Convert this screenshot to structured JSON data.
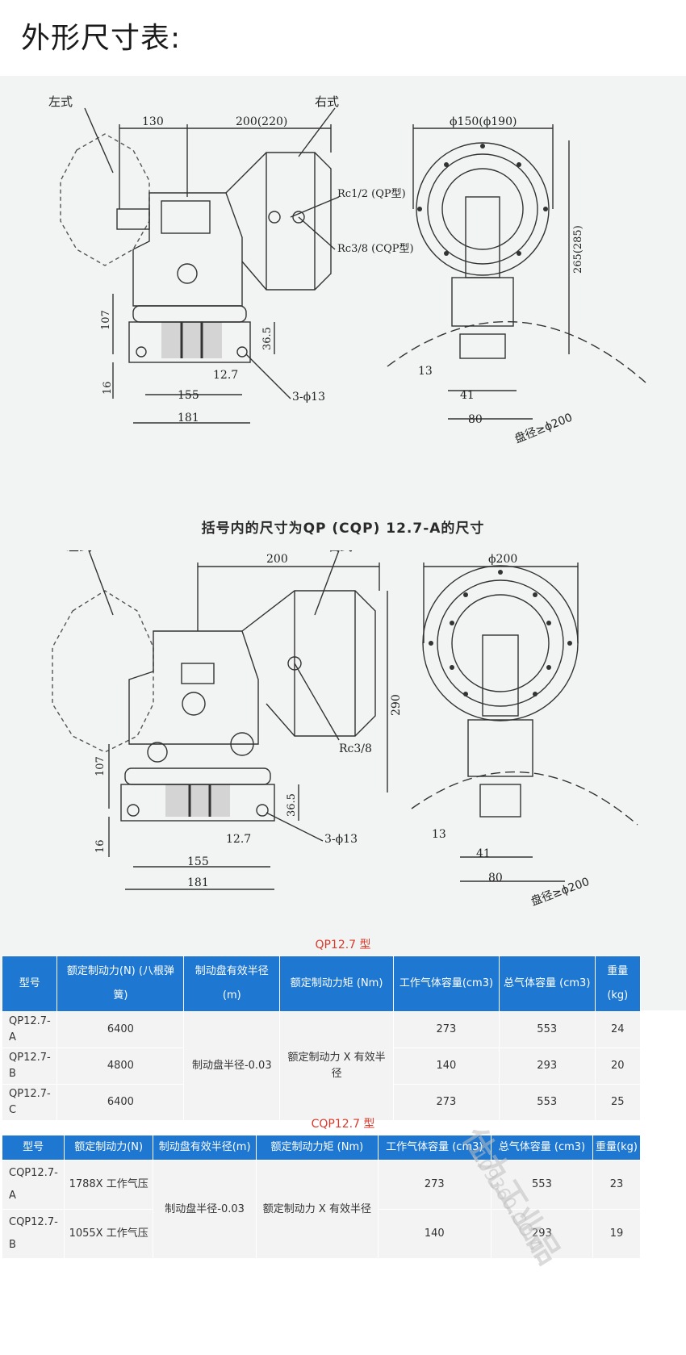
{
  "page_title": "外形尺寸表:",
  "drawing1": {
    "left_style": "左式",
    "right_style": "右式",
    "dim_130": "130",
    "dim_200": "200(220)",
    "dim_phi": "ϕ150(ϕ190)",
    "port1": "Rc1/2 (QP型)",
    "port2": "Rc3/8 (CQP型)",
    "dim_265": "265(285)",
    "dim_107": "107",
    "dim_36": "36.5",
    "dim_16": "16",
    "dim_12": "12.7",
    "dim_155": "155",
    "dim_181": "181",
    "holes": "3-ϕ13",
    "dim_13": "13",
    "dim_41": "41",
    "dim_80": "80",
    "disc": "盘径≥ϕ200"
  },
  "note": "括号内的尺寸为QP (CQP) 12.7-A的尺寸",
  "drawing2": {
    "left_style": "左式",
    "right_style": "右式",
    "dim_200": "200",
    "dim_phi": "ϕ200",
    "dim_290": "290",
    "port": "Rc3/8",
    "dim_107": "107",
    "dim_36": "36.5",
    "dim_16": "16",
    "dim_12": "12.7",
    "dim_155": "155",
    "dim_181": "181",
    "holes": "3-ϕ13",
    "dim_13": "13",
    "dim_41": "41",
    "dim_80": "80",
    "disc": "盘径≥ϕ200"
  },
  "qp_table": {
    "caption": "QP12.7 型",
    "headers": [
      "型号",
      "额定制动力(N) (八根弹簧)",
      "制动盘有效半径(m)",
      "额定制动力矩 (Nm)",
      "工作气体容量(cm3)",
      "总气体容量 (cm3)",
      "重量(kg)"
    ],
    "radius_note": "制动盘半径-0.03",
    "torque_note": "额定制动力 X 有效半径",
    "rows": [
      {
        "model": "QP12.7-A",
        "force": "6400",
        "work": "273",
        "total": "553",
        "weight": "24"
      },
      {
        "model": "QP12.7-B",
        "force": "4800",
        "work": "140",
        "total": "293",
        "weight": "20"
      },
      {
        "model": "QP12.7-C",
        "force": "6400",
        "work": "273",
        "total": "553",
        "weight": "25"
      }
    ]
  },
  "cqp_table": {
    "caption": "CQP12.7 型",
    "headers": [
      "型号",
      "额定制动力(N)",
      "制动盘有效半径(m)",
      "额定制动力矩 (Nm)",
      "工作气体容量 (cm3)",
      "总气体容量 (cm3)",
      "重量(kg)"
    ],
    "radius_note": "制动盘半径-0.03",
    "torque_note": "额定制动力 X 有效半径",
    "rows": [
      {
        "model": "CQP12.7-A",
        "force": "1788X 工作气压",
        "work": "273",
        "total": "553",
        "weight": "23"
      },
      {
        "model": "CQP12.7-B",
        "force": "1055X 工作气压",
        "work": "140",
        "total": "293",
        "weight": "19"
      }
    ]
  },
  "watermark": "仕九工业品",
  "watermark_sub": "109360.COM"
}
